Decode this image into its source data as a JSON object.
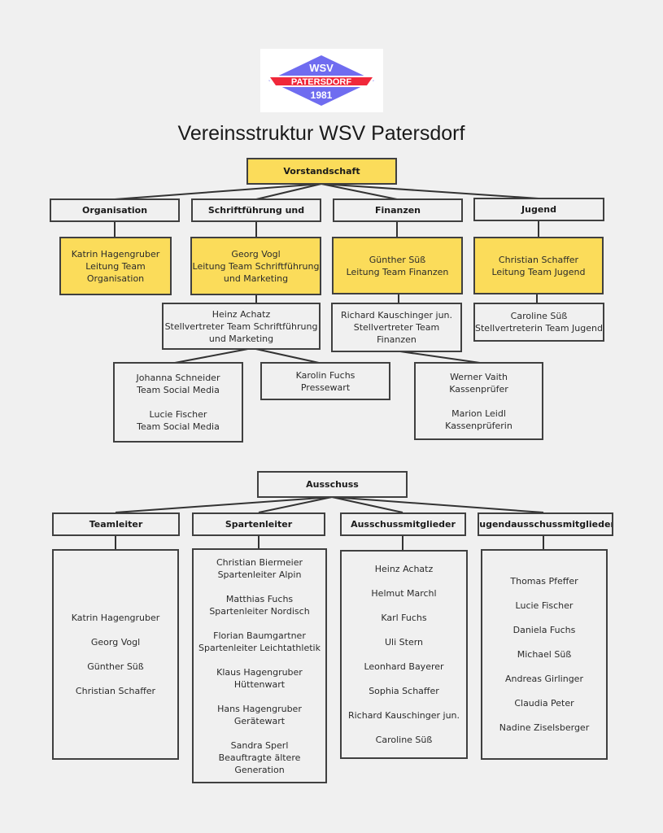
{
  "logo": {
    "top_text": "WSV",
    "band_text": "PATERSDORF",
    "year": "1981",
    "colors": {
      "diamond": "#6f6cf0",
      "band": "#f0283a",
      "text": "#ffffff",
      "outline": "#ffffff"
    }
  },
  "title": "Vereinsstruktur WSV Patersdorf",
  "colors": {
    "highlight": "#fbdc5a",
    "border": "#404040",
    "background": "#f0f0f0"
  },
  "vorstand": {
    "root": "Vorstandschaft",
    "departments": [
      {
        "name": "Organisation",
        "lead": [
          "Katrin Hagengruber",
          "Leitung Team",
          "Organisation"
        ]
      },
      {
        "name": "Schriftführung und",
        "lead": [
          "Georg Vogl",
          "Leitung Team Schriftführung",
          "und Marketing"
        ],
        "deputy": [
          "Heinz Achatz",
          "Stellvertreter Team Schriftführung",
          "und Marketing"
        ],
        "members_a": [
          [
            "Johanna Schneider",
            "Team Social Media"
          ],
          [
            "Lucie Fischer",
            "Team Social Media"
          ]
        ],
        "members_b": [
          [
            "Karolin Fuchs",
            "Pressewart"
          ]
        ]
      },
      {
        "name": "Finanzen",
        "lead": [
          "Günther Süß",
          "Leitung Team Finanzen"
        ],
        "deputy": [
          "Richard Kauschinger jun.",
          "Stellvertreter Team",
          "Finanzen"
        ],
        "members": [
          [
            "Werner Vaith",
            "Kassenprüfer"
          ],
          [
            "Marion Leidl",
            "Kassenprüferin"
          ]
        ]
      },
      {
        "name": "Jugend",
        "lead": [
          "Christian Schaffer",
          "Leitung Team Jugend"
        ],
        "deputy": [
          "Caroline Süß",
          "Stellvertreterin Team Jugend"
        ]
      }
    ]
  },
  "ausschuss": {
    "root": "Ausschuss",
    "groups": [
      {
        "name": "Teamleiter",
        "members": [
          "Katrin Hagengruber",
          "Georg Vogl",
          "Günther Süß",
          "Christian Schaffer"
        ]
      },
      {
        "name": "Spartenleiter",
        "members": [
          [
            "Christian Biermeier",
            "Spartenleiter Alpin"
          ],
          [
            "Matthias Fuchs",
            "Spartenleiter Nordisch"
          ],
          [
            "Florian Baumgartner",
            "Spartenleiter Leichtathletik"
          ],
          [
            "Klaus Hagengruber",
            "Hüttenwart"
          ],
          [
            "Hans Hagengruber",
            "Gerätewart"
          ],
          [
            "Sandra Sperl",
            "Beauftragte ältere",
            "Generation"
          ]
        ]
      },
      {
        "name": "Ausschussmitglieder",
        "members": [
          "Heinz Achatz",
          "Helmut Marchl",
          "Karl Fuchs",
          "Uli Stern",
          "Leonhard Bayerer",
          "Sophia Schaffer",
          "Richard Kauschinger jun.",
          "Caroline Süß"
        ]
      },
      {
        "name": "Jugendausschussmitglieder",
        "members": [
          "Thomas Pfeffer",
          "Lucie Fischer",
          "Daniela Fuchs",
          "Michael Süß",
          "Andreas Girlinger",
          "Claudia Peter",
          "Nadine Ziselsberger"
        ]
      }
    ]
  }
}
